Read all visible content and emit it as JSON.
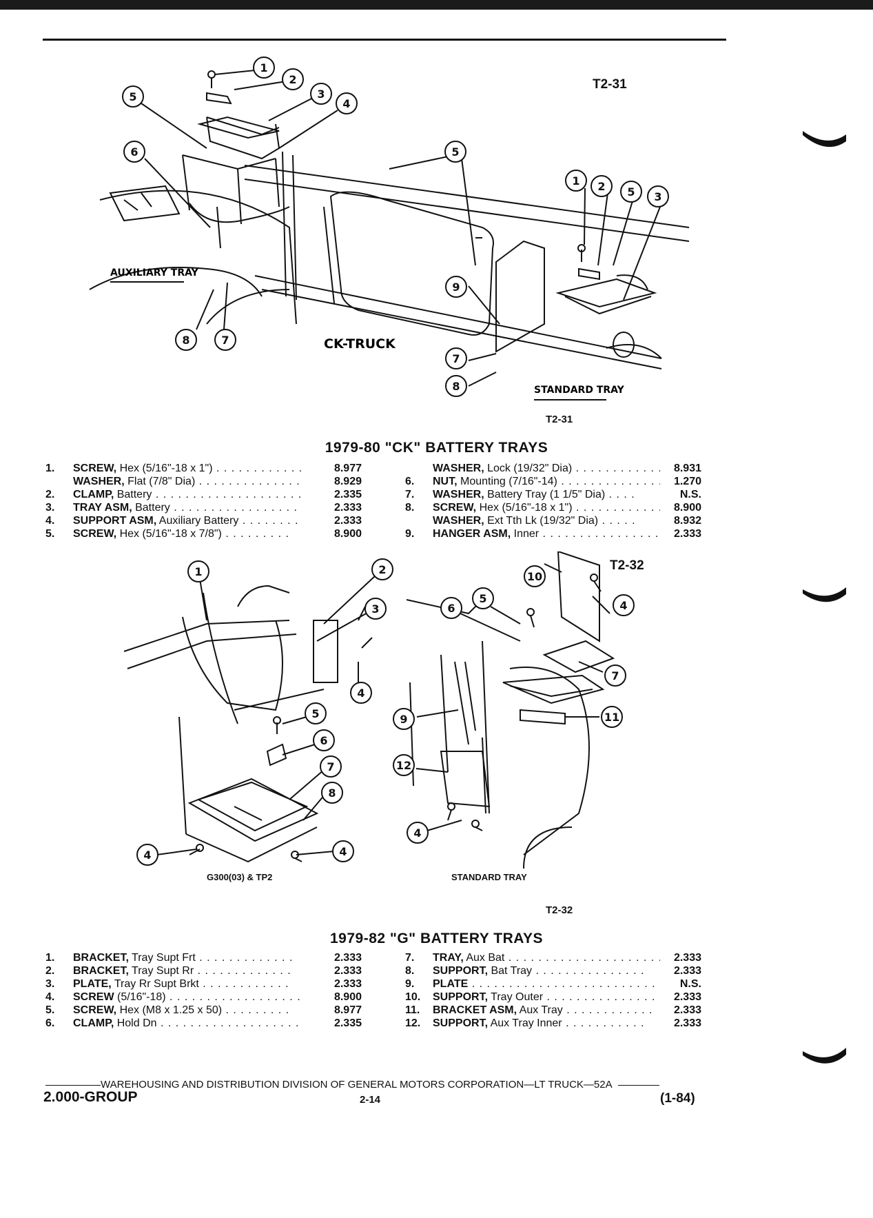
{
  "figure1": {
    "code_top": "T2-31",
    "code_bottom": "T2-31",
    "labels": {
      "auxiliary": "AUXILIARY TRAY",
      "truck": "CK-TRUCK",
      "standard": "STANDARD TRAY"
    },
    "callouts": [
      "1",
      "2",
      "3",
      "4",
      "5",
      "6",
      "8",
      "7",
      "5",
      "1",
      "2",
      "5",
      "3",
      "9",
      "7",
      "8"
    ]
  },
  "section1": {
    "title": "1979-80 \"CK\" BATTERY TRAYS",
    "left": [
      {
        "num": "1.",
        "name": "SCREW,",
        "desc": " Hex (5/16\"-18 x 1\")",
        "part": "8.977"
      },
      {
        "num": "",
        "name": "WASHER,",
        "desc": " Flat (7/8\" Dia)",
        "part": "8.929"
      },
      {
        "num": "2.",
        "name": "CLAMP,",
        "desc": " Battery",
        "part": "2.335"
      },
      {
        "num": "3.",
        "name": "TRAY ASM,",
        "desc": " Battery",
        "part": "2.333"
      },
      {
        "num": "4.",
        "name": "SUPPORT ASM,",
        "desc": " Auxiliary Battery",
        "part": "2.333"
      },
      {
        "num": "5.",
        "name": "SCREW,",
        "desc": " Hex (5/16\"-18 x 7/8\")",
        "part": "8.900"
      }
    ],
    "right": [
      {
        "num": "",
        "name": "WASHER,",
        "desc": " Lock (19/32\" Dia)",
        "part": "8.931"
      },
      {
        "num": "6.",
        "name": "NUT,",
        "desc": " Mounting (7/16\"-14)",
        "part": "1.270"
      },
      {
        "num": "7.",
        "name": "WASHER,",
        "desc": " Battery Tray (1 1/5\" Dia)",
        "part": "N.S."
      },
      {
        "num": "8.",
        "name": "SCREW,",
        "desc": " Hex (5/16\"-18 x 1\")",
        "part": "8.900"
      },
      {
        "num": "",
        "name": "WASHER,",
        "desc": " Ext Tth Lk (19/32\" Dia)",
        "part": "8.932"
      },
      {
        "num": "9.",
        "name": "HANGER ASM,",
        "desc": " Inner",
        "part": "2.333"
      }
    ]
  },
  "figure2": {
    "code_top": "T2-32",
    "code_bottom": "T2-32",
    "caption_left": "G300(03) & TP2",
    "caption_right": "STANDARD TRAY",
    "callouts_left": [
      "1",
      "2",
      "3",
      "4",
      "5",
      "6",
      "7",
      "8",
      "4",
      "4"
    ],
    "callouts_right": [
      "10",
      "4",
      "5",
      "6",
      "7",
      "11",
      "9",
      "12",
      "4"
    ]
  },
  "section2": {
    "title": "1979-82 \"G\" BATTERY TRAYS",
    "left": [
      {
        "num": "1.",
        "name": "BRACKET,",
        "desc": " Tray Supt Frt",
        "part": "2.333"
      },
      {
        "num": "2.",
        "name": "BRACKET,",
        "desc": " Tray Supt Rr",
        "part": "2.333"
      },
      {
        "num": "3.",
        "name": "PLATE,",
        "desc": " Tray Rr Supt Brkt",
        "part": "2.333"
      },
      {
        "num": "4.",
        "name": "SCREW",
        "desc": " (5/16\"-18)",
        "part": "8.900"
      },
      {
        "num": "5.",
        "name": "SCREW,",
        "desc": " Hex (M8 x 1.25 x 50)",
        "part": "8.977"
      },
      {
        "num": "6.",
        "name": "CLAMP,",
        "desc": " Hold Dn",
        "part": "2.335"
      }
    ],
    "right": [
      {
        "num": "7.",
        "name": "TRAY,",
        "desc": " Aux Bat",
        "part": "2.333"
      },
      {
        "num": "8.",
        "name": "SUPPORT,",
        "desc": " Bat Tray",
        "part": "2.333"
      },
      {
        "num": "9.",
        "name": "PLATE",
        "desc": "",
        "part": "N.S."
      },
      {
        "num": "10.",
        "name": "SUPPORT,",
        "desc": " Tray Outer",
        "part": "2.333"
      },
      {
        "num": "11.",
        "name": "BRACKET ASM,",
        "desc": " Aux Tray",
        "part": "2.333"
      },
      {
        "num": "12.",
        "name": "SUPPORT,",
        "desc": " Aux Tray Inner",
        "part": "2.333"
      }
    ]
  },
  "footer": {
    "division": "WAREHOUSING AND DISTRIBUTION  DIVISION OF GENERAL MOTORS CORPORATION—LT TRUCK—52A",
    "group": "2.000-GROUP",
    "page": "2-14",
    "date": "(1-84)"
  }
}
